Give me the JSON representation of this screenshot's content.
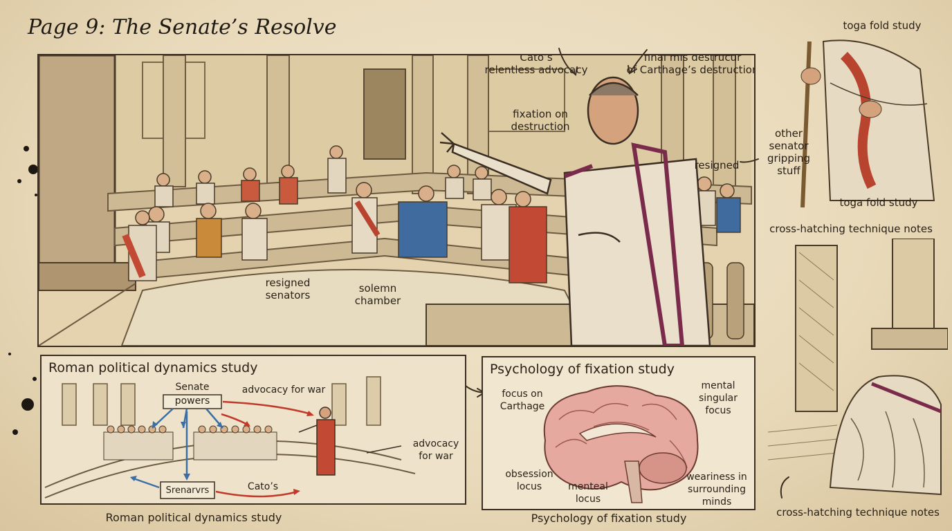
{
  "page_title": "Page 9: The Senate’s Resolve",
  "colors": {
    "paper": "#ecdfc4",
    "ink": "#2b2116",
    "toga_red": "#b8432f",
    "toga_blue": "#3f6b9e",
    "toga_ochre": "#c98a3a",
    "arrow_red": "#c0392b",
    "arrow_blue": "#3b6ea5"
  },
  "main_panel": {
    "notes": {
      "cato_advocacy": "Cato’s\nrelentless advocacy",
      "final_destruction": "final mis destrucur\nof Carthage’s destruction",
      "fixation": "fixation on\ndestruction",
      "resigned": "resigned",
      "resigned_senators": "resigned\nsenators",
      "solemn_chamber": "solemn\nchamber"
    }
  },
  "side_studies": {
    "toga_top": "toga fold study",
    "other_senator": "other\nsenator\ngripping\nstuff",
    "toga_bottom": "toga fold study",
    "crosshatch_top": "cross-hatching technique notes",
    "crosshatch_bottom": "cross-hatching technique notes"
  },
  "politics_panel": {
    "title": "Roman political dynamics study",
    "box_senate_line1": "Senate",
    "box_senate_line2": "powers",
    "advocacy_top": "advocacy for war",
    "advocacy_right": "advocacy\nfor war",
    "box_bottom": "Srenarvrs",
    "catos": "Cato’s",
    "caption": "Roman political dynamics study"
  },
  "psychology_panel": {
    "title": "Psychology of fixation study",
    "focus_carthage": "focus on\nCarthage",
    "mental_focus": "mental\nsingular\nfocus",
    "obsession": "obsession\nlocus",
    "menteal": "menteal\nlocus",
    "weariness": "weariness in\nsurrounding\nminds",
    "caption": "Psychology of fixation study"
  }
}
